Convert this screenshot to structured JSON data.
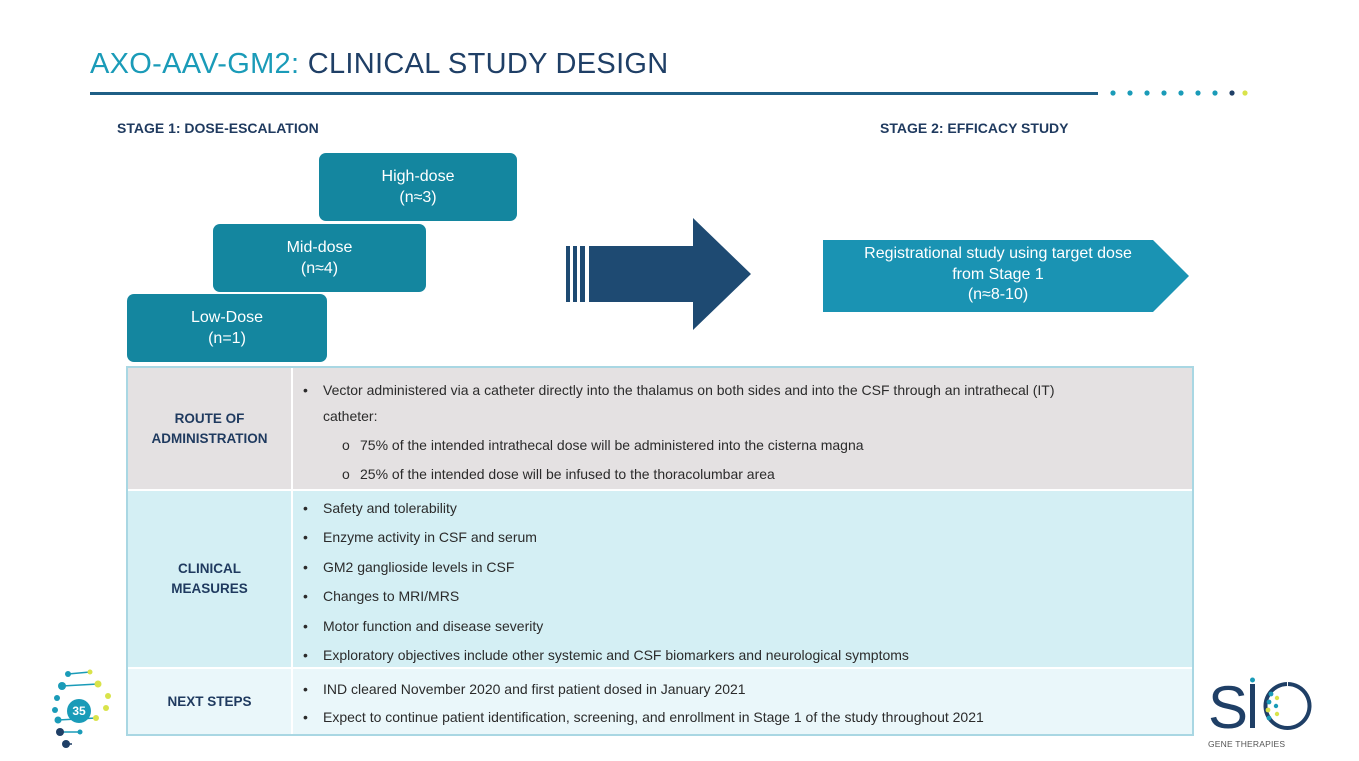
{
  "title": {
    "part1": "AXO-AAV-GM2:",
    "part2": "CLINICAL STUDY DESIGN"
  },
  "stages": {
    "stage1_label": "STAGE 1: DOSE-ESCALATION",
    "stage2_label": "STAGE 2: EFFICACY STUDY"
  },
  "doses": {
    "high": {
      "name": "High-dose",
      "n": "(n≈3)"
    },
    "mid": {
      "name": "Mid-dose",
      "n": "(n≈4)"
    },
    "low": {
      "name": "Low-Dose",
      "n": "(n=1)"
    }
  },
  "registration": {
    "line1": "Registrational study using target dose",
    "line2": "from Stage 1",
    "line3": "(n≈8-10)"
  },
  "table": {
    "route": {
      "label_line1": "ROUTE OF",
      "label_line2": "ADMINISTRATION",
      "bullet_line1": "Vector administered via a catheter directly into the thalamus on both sides and into the CSF through an intrathecal (IT)",
      "bullet_line2": "catheter:",
      "sub1": "75% of the intended intrathecal dose will be administered into the cisterna magna",
      "sub2": "25% of the intended dose will be infused to the thoracolumbar area"
    },
    "clinical": {
      "label_line1": "CLINICAL",
      "label_line2": "MEASURES",
      "items": [
        "Safety and tolerability",
        "Enzyme activity in CSF and serum",
        "GM2 ganglioside levels in CSF",
        "Changes to MRI/MRS",
        "Motor function and disease severity",
        "Exploratory objectives include other systemic and CSF biomarkers and neurological symptoms"
      ]
    },
    "next": {
      "label": "NEXT STEPS",
      "items": [
        "IND cleared November 2020 and first patient dosed in January 2021",
        "Expect to continue patient identification, screening, and enrollment in Stage 1 of the study throughout 2021"
      ]
    }
  },
  "page_number": "35",
  "logo": {
    "name": "SIO",
    "tagline": "GENE THERAPIES"
  },
  "colors": {
    "teal": "#1a9bb8",
    "navy": "#1f3f66",
    "box": "#14869f",
    "arrow": "#1e4a72",
    "lime": "#d9e34a"
  },
  "icons": {
    "bullet": "•",
    "sub_bullet": "o"
  }
}
